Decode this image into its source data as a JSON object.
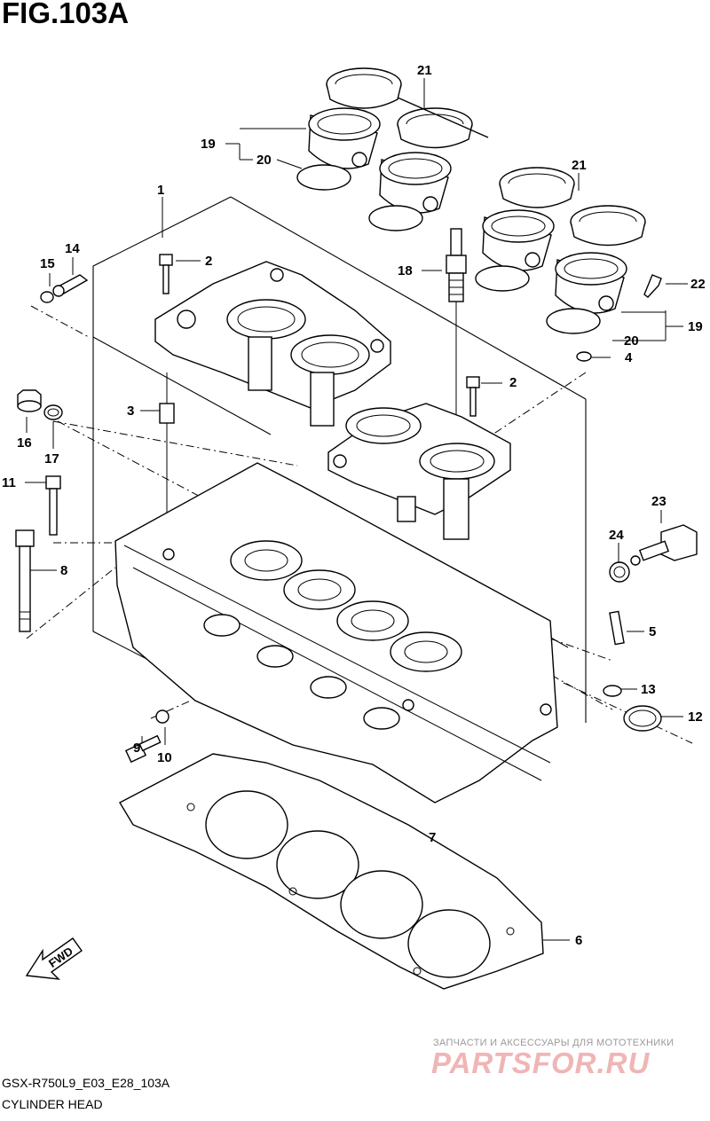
{
  "figure_title": "FIG.103A",
  "footer": {
    "model_code": "GSX-R750L9_E03_E28_103A",
    "section_name": "CYLINDER HEAD"
  },
  "watermark": {
    "subtitle": "ЗАПЧАСТИ И АКСЕССУАРЫ ДЛЯ МОТОТЕХНИКИ",
    "logo": "PARTSFOR.RU"
  },
  "direction_arrow": "FWD",
  "callouts": [
    {
      "id": "c1",
      "number": "1"
    },
    {
      "id": "c2a",
      "number": "2"
    },
    {
      "id": "c2b",
      "number": "2"
    },
    {
      "id": "c3",
      "number": "3"
    },
    {
      "id": "c4",
      "number": "4"
    },
    {
      "id": "c5",
      "number": "5"
    },
    {
      "id": "c6",
      "number": "6"
    },
    {
      "id": "c7",
      "number": "7"
    },
    {
      "id": "c8",
      "number": "8"
    },
    {
      "id": "c9",
      "number": "9"
    },
    {
      "id": "c10",
      "number": "10"
    },
    {
      "id": "c11",
      "number": "11"
    },
    {
      "id": "c12",
      "number": "12"
    },
    {
      "id": "c13",
      "number": "13"
    },
    {
      "id": "c14",
      "number": "14"
    },
    {
      "id": "c15",
      "number": "15"
    },
    {
      "id": "c16",
      "number": "16"
    },
    {
      "id": "c17",
      "number": "17"
    },
    {
      "id": "c18",
      "number": "18"
    },
    {
      "id": "c19a",
      "number": "19"
    },
    {
      "id": "c19b",
      "number": "19"
    },
    {
      "id": "c20a",
      "number": "20"
    },
    {
      "id": "c20b",
      "number": "20"
    },
    {
      "id": "c21a",
      "number": "21"
    },
    {
      "id": "c21b",
      "number": "21"
    },
    {
      "id": "c22",
      "number": "22"
    },
    {
      "id": "c23",
      "number": "23"
    },
    {
      "id": "c24",
      "number": "24"
    }
  ]
}
